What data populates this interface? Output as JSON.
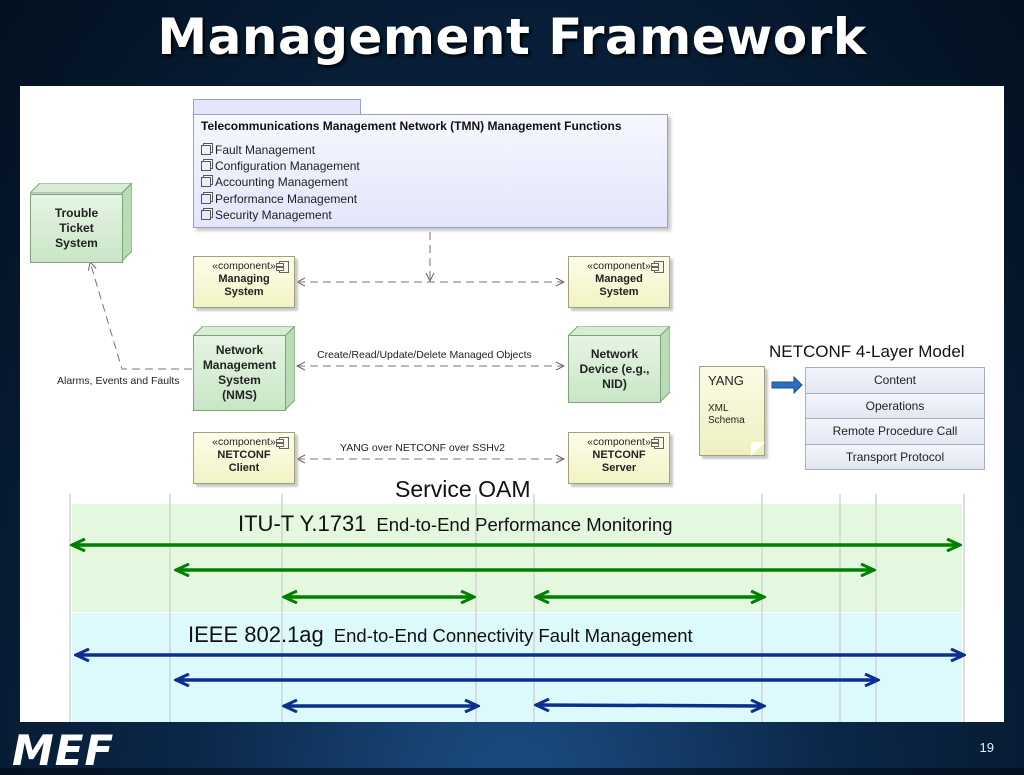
{
  "title": "Management Framework",
  "tmn": {
    "title": "Telecommunications Management Network (TMN) Management Functions",
    "items": [
      "Fault Management",
      "Configuration Management",
      "Accounting Management",
      "Performance Management",
      "Security Management"
    ]
  },
  "components": {
    "stereotype": "«component»",
    "managing_system": [
      "Managing",
      "System"
    ],
    "managed_system": [
      "Managed",
      "System"
    ],
    "netconf_client": [
      "NETCONF",
      "Client"
    ],
    "netconf_server": [
      "NETCONF",
      "Server"
    ]
  },
  "nodes": {
    "trouble_ticket": [
      "Trouble",
      "Ticket",
      "System"
    ],
    "nms": [
      "Network",
      "Management",
      "System",
      "(NMS)"
    ],
    "network_device": [
      "Network",
      "Device (e.g.,",
      "NID)"
    ]
  },
  "labels": {
    "crud": "Create/Read/Update/Delete Managed Objects",
    "yang_netconf": "YANG over NETCONF over SSHv2",
    "alarms": "Alarms, Events and Faults"
  },
  "yang_doc": {
    "title": "YANG",
    "sub": [
      "XML",
      "Schema"
    ]
  },
  "netconf": {
    "title": "NETCONF 4-Layer Model",
    "layers": [
      "Content",
      "Operations",
      "Remote Procedure Call",
      "Transport Protocol"
    ]
  },
  "oam": {
    "title": "Service OAM",
    "itu": {
      "name": "ITU-T Y.1731",
      "desc": "End-to-End Performance Monitoring"
    },
    "ieee": {
      "name": "IEEE 802.1ag",
      "desc": "End-to-End Connectivity Fault Management"
    }
  },
  "colors": {
    "green_arrow": "#008000",
    "blue_arrow": "#0a2f8f"
  },
  "footer": {
    "logo": "MEF",
    "page": "19"
  }
}
